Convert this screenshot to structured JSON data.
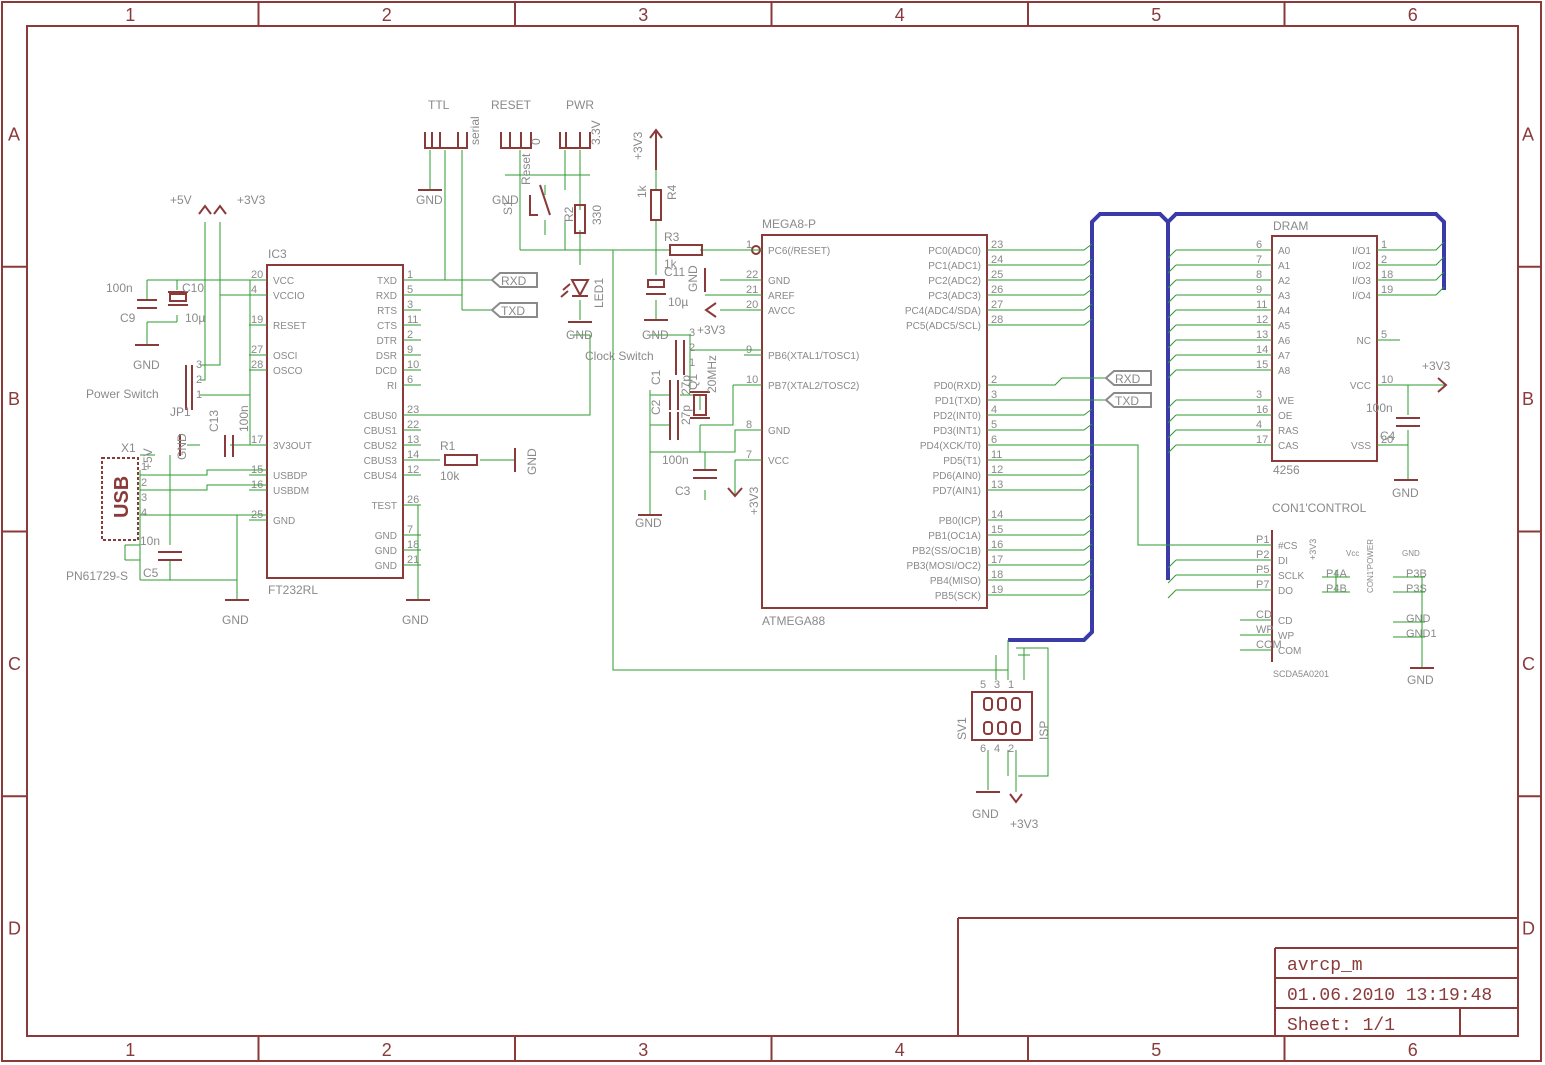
{
  "frame": {
    "cols": [
      "1",
      "2",
      "3",
      "4",
      "5",
      "6"
    ],
    "rows": [
      "A",
      "B",
      "C",
      "D"
    ]
  },
  "title_block": {
    "name": "avrcp_m",
    "date": "01.06.2010 13:19:48",
    "sheet": "Sheet: 1/1"
  },
  "ic3": {
    "ref": "IC3",
    "value": "FT232RL",
    "left_pins": [
      {
        "n": "20",
        "name": "VCC"
      },
      {
        "n": "4",
        "name": "VCCIO"
      },
      {
        "n": "19",
        "name": "RESET"
      },
      {
        "n": "27",
        "name": "OSCI"
      },
      {
        "n": "28",
        "name": "OSCO"
      },
      {
        "n": "17",
        "name": "3V3OUT"
      },
      {
        "n": "15",
        "name": "USBDP"
      },
      {
        "n": "16",
        "name": "USBDM"
      },
      {
        "n": "25",
        "name": "GND"
      }
    ],
    "right_pins": [
      {
        "n": "1",
        "name": "TXD"
      },
      {
        "n": "5",
        "name": "RXD"
      },
      {
        "n": "3",
        "name": "RTS"
      },
      {
        "n": "11",
        "name": "CTS"
      },
      {
        "n": "2",
        "name": "DTR"
      },
      {
        "n": "9",
        "name": "DSR"
      },
      {
        "n": "10",
        "name": "DCD"
      },
      {
        "n": "6",
        "name": "RI"
      },
      {
        "n": "23",
        "name": "CBUS0"
      },
      {
        "n": "22",
        "name": "CBUS1"
      },
      {
        "n": "13",
        "name": "CBUS2"
      },
      {
        "n": "14",
        "name": "CBUS3"
      },
      {
        "n": "12",
        "name": "CBUS4"
      },
      {
        "n": "26",
        "name": "TEST"
      },
      {
        "n": "7",
        "name": "GND"
      },
      {
        "n": "18",
        "name": "GND"
      },
      {
        "n": "21",
        "name": "GND"
      }
    ]
  },
  "mcu": {
    "ref": "MEGA8-P",
    "value": "ATMEGA88",
    "left_pins": [
      {
        "n": "1",
        "name": "PC6(/RESET)"
      },
      {
        "n": "22",
        "name": "GND"
      },
      {
        "n": "21",
        "name": "AREF"
      },
      {
        "n": "20",
        "name": "AVCC"
      },
      {
        "n": "9",
        "name": "PB6(XTAL1/TOSC1)"
      },
      {
        "n": "10",
        "name": "PB7(XTAL2/TOSC2)"
      },
      {
        "n": "8",
        "name": "GND"
      },
      {
        "n": "7",
        "name": "VCC"
      }
    ],
    "right_pins": [
      {
        "n": "23",
        "name": "PC0(ADC0)"
      },
      {
        "n": "24",
        "name": "PC1(ADC1)"
      },
      {
        "n": "25",
        "name": "PC2(ADC2)"
      },
      {
        "n": "26",
        "name": "PC3(ADC3)"
      },
      {
        "n": "27",
        "name": "PC4(ADC4/SDA)"
      },
      {
        "n": "28",
        "name": "PC5(ADC5/SCL)"
      },
      {
        "n": "2",
        "name": "PD0(RXD)"
      },
      {
        "n": "3",
        "name": "PD1(TXD)"
      },
      {
        "n": "4",
        "name": "PD2(INT0)"
      },
      {
        "n": "5",
        "name": "PD3(INT1)"
      },
      {
        "n": "6",
        "name": "PD4(XCK/T0)"
      },
      {
        "n": "11",
        "name": "PD5(T1)"
      },
      {
        "n": "12",
        "name": "PD6(AIN0)"
      },
      {
        "n": "13",
        "name": "PD7(AIN1)"
      },
      {
        "n": "14",
        "name": "PB0(ICP)"
      },
      {
        "n": "15",
        "name": "PB1(OC1A)"
      },
      {
        "n": "16",
        "name": "PB2(SS/OC1B)"
      },
      {
        "n": "17",
        "name": "PB3(MOSI/OC2)"
      },
      {
        "n": "18",
        "name": "PB4(MISO)"
      },
      {
        "n": "19",
        "name": "PB5(SCK)"
      }
    ]
  },
  "dram": {
    "ref": "DRAM",
    "value": "4256",
    "left_pins": [
      {
        "n": "6",
        "name": "A0"
      },
      {
        "n": "7",
        "name": "A1"
      },
      {
        "n": "8",
        "name": "A2"
      },
      {
        "n": "9",
        "name": "A3"
      },
      {
        "n": "11",
        "name": "A4"
      },
      {
        "n": "12",
        "name": "A5"
      },
      {
        "n": "13",
        "name": "A6"
      },
      {
        "n": "14",
        "name": "A7"
      },
      {
        "n": "15",
        "name": "A8"
      },
      {
        "n": "3",
        "name": "WE"
      },
      {
        "n": "16",
        "name": "OE"
      },
      {
        "n": "4",
        "name": "RAS"
      },
      {
        "n": "17",
        "name": "CAS"
      }
    ],
    "right_pins": [
      {
        "n": "1",
        "name": "I/O1"
      },
      {
        "n": "2",
        "name": "I/O2"
      },
      {
        "n": "18",
        "name": "I/O3"
      },
      {
        "n": "19",
        "name": "I/O4"
      },
      {
        "n": "5",
        "name": "NC"
      },
      {
        "n": "10",
        "name": "VCC"
      },
      {
        "n": "20",
        "name": "VSS"
      }
    ]
  },
  "sdcard": {
    "ref": "CON1'CONTROL",
    "value": "SCDA5A0201",
    "left_pins": [
      {
        "n": "P1",
        "name": "#CS"
      },
      {
        "n": "P2",
        "name": "DI"
      },
      {
        "n": "P5",
        "name": "SCLK"
      },
      {
        "n": "P7",
        "name": "DO"
      },
      {
        "n": "CD",
        "name": "CD"
      },
      {
        "n": "WP",
        "name": "WP"
      },
      {
        "n": "COM",
        "name": "COM"
      }
    ],
    "power_labels": [
      "CON1'POWER",
      "Vcc",
      "+3V3",
      "GND",
      "P4A",
      "P4B",
      "P3B",
      "P3S",
      "GND",
      "GND1"
    ]
  },
  "labels": {
    "ttl": "TTL",
    "reset": "RESET",
    "pwr": "PWR",
    "serial": "serial",
    "reset0": "0",
    "v33": "3.3V",
    "p5v": "+5V",
    "p3v3": "+3V3",
    "gnd": "GND",
    "power_switch": "Power Switch",
    "jp1": "JP1",
    "clock_switch": "Clock Switch",
    "rxd": "RXD",
    "txd": "TXD",
    "usb": "USB",
    "x1": "X1",
    "pn": "PN61729-S",
    "isp": "ISP",
    "sv1": "SV1",
    "s1": "S1",
    "reset_sw": "Reset",
    "led1": "LED1",
    "r1": "R1",
    "r1v": "10k",
    "r2": "R2",
    "r2v": "330",
    "r3": "R3",
    "r3v": "1k",
    "r4": "R4",
    "r4v": "1k",
    "c1": "C1",
    "c2": "C2",
    "c3": "C3",
    "c3v": "100n",
    "c4": "C4",
    "c4v": "100n",
    "c5": "C5",
    "c5v": "10n",
    "c9": "C9",
    "c9v": "100n",
    "c10": "C10",
    "c10v": "10µ",
    "c11": "C11",
    "c11v": "10µ",
    "c13": "C13",
    "c13v": "100n",
    "c12v": "27p",
    "q1": "Q1",
    "q1v": "20MHz",
    "c10_27p": "27p"
  }
}
